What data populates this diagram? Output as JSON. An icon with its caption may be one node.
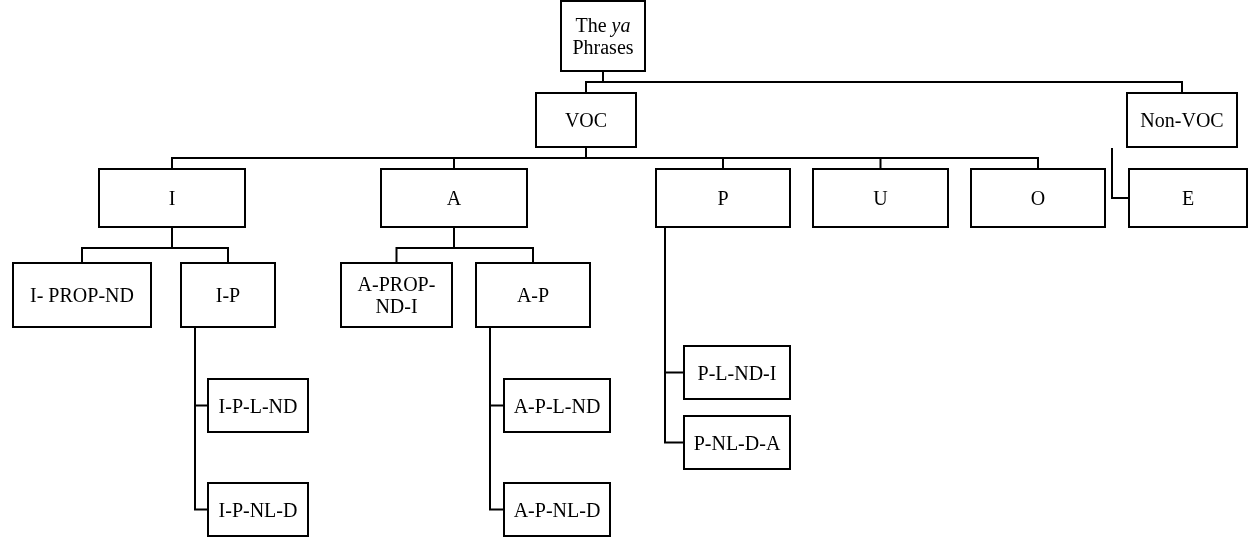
{
  "diagram": {
    "nodes": [
      {
        "text": [
          "The *ya* Phrases"
        ]
      },
      {
        "text": [
          "VOC"
        ]
      },
      {
        "text": [
          "Non-VOC"
        ]
      },
      {
        "text": [
          "I"
        ]
      },
      {
        "text": [
          "A"
        ]
      },
      {
        "text": [
          "P"
        ]
      },
      {
        "text": [
          "U"
        ]
      },
      {
        "text": [
          "O"
        ]
      },
      {
        "text": [
          "E"
        ]
      },
      {
        "text": [
          "I- PROP-ND"
        ]
      },
      {
        "text": [
          "I-P"
        ]
      },
      {
        "text": [
          "A-PROP-ND-I"
        ]
      },
      {
        "text": [
          "A-P"
        ]
      },
      {
        "text": [
          "P-L-ND-I"
        ]
      },
      {
        "text": [
          "P-NL-D-A"
        ]
      },
      {
        "text": [
          "I-P-L-ND"
        ]
      },
      {
        "text": [
          "I-P-NL-D"
        ]
      },
      {
        "text": [
          "A-P-L-ND"
        ]
      },
      {
        "text": [
          "A-P-NL-D"
        ]
      }
    ],
    "edges": [
      {
        "from": 0,
        "to": 1,
        "arrow": "none"
      },
      {
        "from": 0,
        "to": 2,
        "arrow": "none"
      },
      {
        "from": 1,
        "to": 3,
        "arrow": "none"
      },
      {
        "from": 1,
        "to": 4,
        "arrow": "none"
      },
      {
        "from": 1,
        "to": 5,
        "arrow": "none"
      },
      {
        "from": 1,
        "to": 6,
        "arrow": "none"
      },
      {
        "from": 1,
        "to": 7,
        "arrow": "none"
      },
      {
        "from": 2,
        "to": 8,
        "arrow": "none"
      },
      {
        "from": 3,
        "to": 9,
        "arrow": "none"
      },
      {
        "from": 3,
        "to": 10,
        "arrow": "none"
      },
      {
        "from": 4,
        "to": 11,
        "arrow": "none"
      },
      {
        "from": 4,
        "to": 12,
        "arrow": "none"
      },
      {
        "from": 5,
        "to": 13,
        "arrow": "none"
      },
      {
        "from": 5,
        "to": 14,
        "arrow": "none"
      },
      {
        "from": 10,
        "to": 15,
        "arrow": "none"
      },
      {
        "from": 10,
        "to": 16,
        "arrow": "none"
      },
      {
        "from": 12,
        "to": 17,
        "arrow": "none"
      },
      {
        "from": 12,
        "to": 18,
        "arrow": "none"
      }
    ]
  }
}
